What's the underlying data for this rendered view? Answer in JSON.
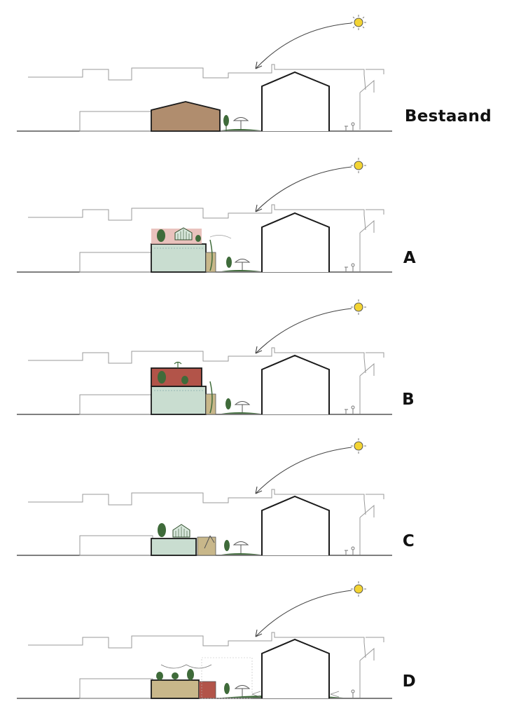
{
  "panels": [
    {
      "label": "Bestaand"
    },
    {
      "label": "A"
    },
    {
      "label": "B"
    },
    {
      "label": "C"
    },
    {
      "label": "D"
    }
  ],
  "colors": {
    "outline": "#1a1a1a",
    "thin_outline": "#9a9a9a",
    "existing_building": "#b08d6e",
    "greenhouse_volume": "#c9ddd0",
    "roof_garden_red": "#b25449",
    "roof_garden_pink": "#e3b3ad",
    "volume_tan": "#c8b78a",
    "plant_green": "#3f6b3a",
    "sun_yellow": "#f3d433"
  },
  "icons": [
    "sun-icon",
    "sun-path-arrow",
    "tree-icon",
    "parasol-icon",
    "person-icon",
    "greenhouse-icon"
  ]
}
